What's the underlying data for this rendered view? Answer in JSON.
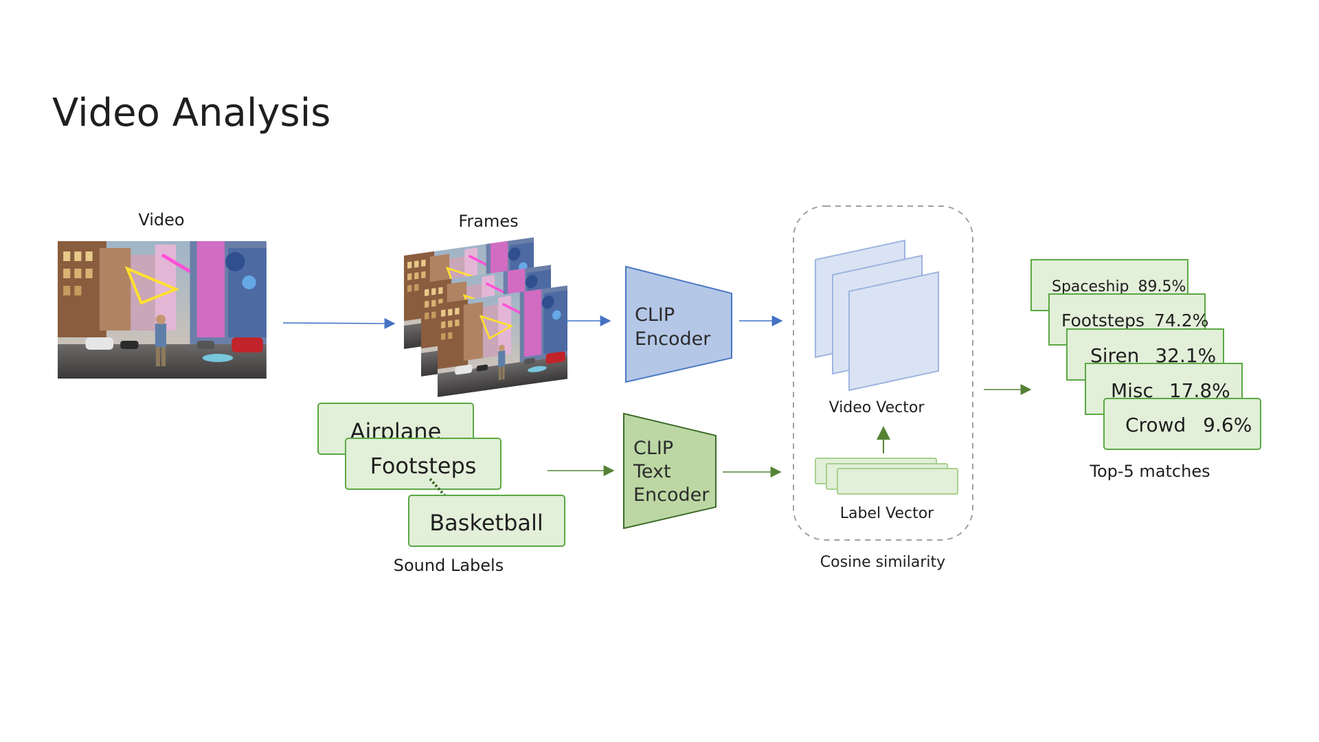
{
  "title": "Video Analysis",
  "video": {
    "caption": "Video",
    "thumbnail_description_icon": "street-scene-image"
  },
  "frames": {
    "caption": "Frames"
  },
  "clip_encoder": {
    "line1": "CLIP",
    "line2": "Encoder"
  },
  "sound_labels": {
    "caption": "Sound Labels",
    "items": [
      "Airplane",
      "Footsteps",
      "Basketball"
    ]
  },
  "clip_text_encoder": {
    "line1": "CLIP",
    "line2": "Text",
    "line3": "Encoder"
  },
  "cosine": {
    "caption": "Cosine similarity",
    "video_vector_label": "Video Vector",
    "label_vector_label": "Label Vector"
  },
  "results": {
    "caption": "Top-5 matches",
    "items": [
      {
        "label": "Spaceship",
        "score": "89.5%"
      },
      {
        "label": "Footsteps",
        "score": "74.2%"
      },
      {
        "label": "Siren",
        "score": "32.1%"
      },
      {
        "label": "Misc",
        "score": "17.8%"
      },
      {
        "label": "Crowd",
        "score": "9.6%"
      }
    ]
  },
  "colors": {
    "blue_stroke": "#4a78c2",
    "blue_fill": "#b4c7e7",
    "light_blue_fill": "#dae3f3",
    "light_blue_stroke": "#9db5e0",
    "green_stroke": "#5aa843",
    "green_fill": "#e2efd9",
    "dark_green_fill": "#bcd7a4",
    "dark_green_stroke": "#3d6b2a",
    "arrow_blue": "#4472c4",
    "arrow_green": "#548235",
    "dash_gray": "#a0a0a0"
  }
}
